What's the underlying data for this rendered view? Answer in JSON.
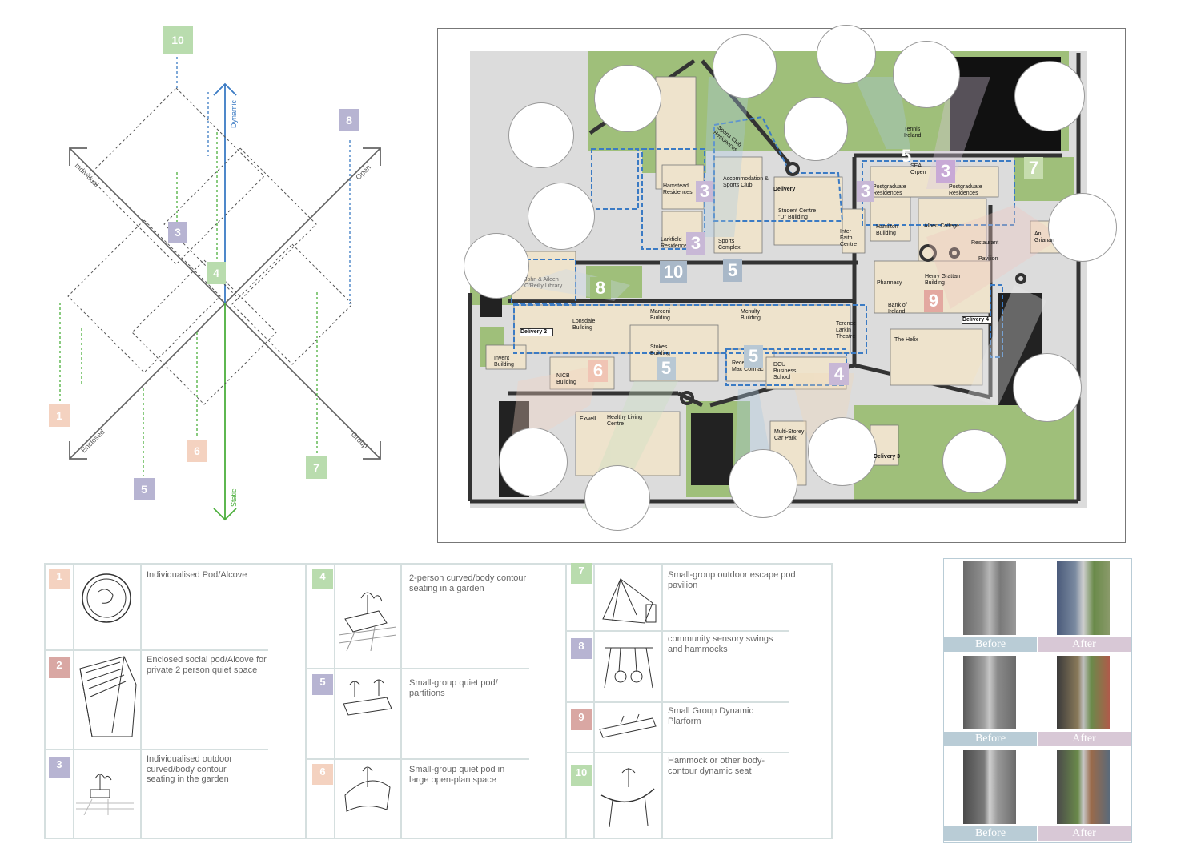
{
  "axes": {
    "individual": "Individual",
    "enclosed": "Enclosed",
    "open": "Open",
    "group": "Group",
    "dynamic": "Dynamic",
    "static": "Static"
  },
  "colors": {
    "peach": "#f4d2c0",
    "rose": "#d9a7a3",
    "lavender": "#b7b4d2",
    "green": "#b9dcae",
    "sage": "#cfe3c6",
    "grid": "#d5dfdf",
    "blue_axis": "#3b7bc4",
    "green_axis": "#4caf3c",
    "lawn": "#9fbf7a",
    "building": "#eee3cc",
    "before": "#b9ccd6",
    "after": "#d8c8d6"
  },
  "diagram_badges": [
    "10",
    "8",
    "3",
    "4",
    "1",
    "6",
    "5",
    "7"
  ],
  "map": {
    "buildings": {
      "tennis": "Tennis Ireland",
      "sea": "SEA Orpen",
      "pg1": "Postgraduate Residences",
      "pg2": "Postgraduate Residences",
      "sports_club": "Sports Club Residences",
      "accom": "Accommodation & Sports Club",
      "hamstead": "Hamstead Residences",
      "student_centre": "Student Centre \"U\" Building",
      "larkfield": "Larkfield Residences",
      "sports_complex": "Sports Complex",
      "hamilton": "Hamilton Building",
      "interfaith": "Inter Faith Centre",
      "albert": "Albert College",
      "restaurant": "Restaurant",
      "pavilion": "Pavilion",
      "an_griana": "An Grianan",
      "library": "John & Aileen O'Reilly Library",
      "pharmacy": "Pharmacy",
      "henry": "Henry Grattan Building",
      "boi": "Bank of Ireland",
      "marconi": "Marconi Building",
      "mcnulty": "Mcnulty Building",
      "lonsdale": "Lonsdale Building",
      "delivery2": "Delivery 2",
      "delivery4": "Delivery 4",
      "delivery3": "Delivery 3",
      "delivery1": "Delivery",
      "terence": "Terence Larkin Theatre",
      "helix": "The Helix",
      "stokes": "Stokes Building",
      "invent": "Invent Building",
      "nicb": "NICB Building",
      "reception": "Reception Mac Cormac",
      "dcu": "DCU Business School",
      "exwell": "Exwell",
      "healthy": "Healthy Living Centre",
      "multistorey": "Multi-Storey Car Park"
    },
    "zone_numbers": [
      "5",
      "3",
      "7",
      "3",
      "3",
      "3",
      "10",
      "5",
      "8",
      "9",
      "6",
      "5",
      "5",
      "4"
    ]
  },
  "legend": [
    {
      "num": "1",
      "text": "Individualised Pod/Alcove"
    },
    {
      "num": "2",
      "text": "Enclosed social pod/Alcove for private 2 person quiet space"
    },
    {
      "num": "3",
      "text": "Individualised outdoor curved/body contour seating in the garden"
    },
    {
      "num": "4",
      "text": "2-person curved/body contour seating in a garden"
    },
    {
      "num": "5",
      "text": "Small-group quiet pod/ partitions"
    },
    {
      "num": "6",
      "text": "Small-group quiet pod in large open-plan space"
    },
    {
      "num": "7",
      "text": "Small-group outdoor escape pod pavilion"
    },
    {
      "num": "8",
      "text": "community sensory swings and hammocks"
    },
    {
      "num": "9",
      "text": "Small Group Dynamic Plarform"
    },
    {
      "num": "10",
      "text": "Hammock or other body-contour dynamic seat"
    }
  ],
  "before_after": {
    "before": "Before",
    "after": "After"
  }
}
